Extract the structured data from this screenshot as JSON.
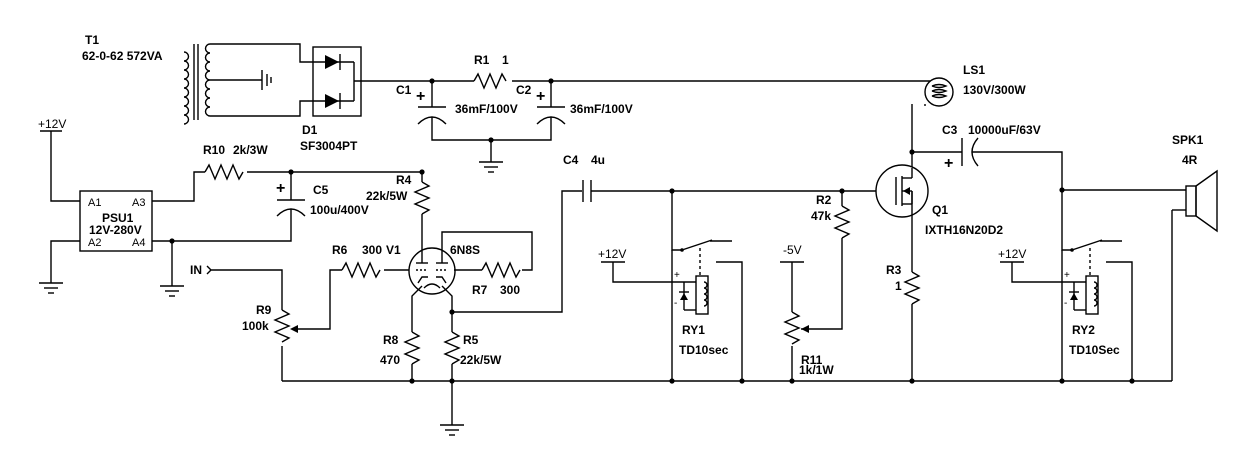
{
  "components": {
    "T1": {
      "ref": "T1",
      "value": "62-0-62 572VA"
    },
    "D1": {
      "ref": "D1",
      "value": "SF3004PT"
    },
    "R1": {
      "ref": "R1",
      "value": "1"
    },
    "C1": {
      "ref": "C1",
      "value": "36mF/100V"
    },
    "C2": {
      "ref": "C2",
      "value": "36mF/100V"
    },
    "LS1": {
      "ref": "LS1",
      "value": "130V/300W"
    },
    "C3": {
      "ref": "C3",
      "value": "10000uF/63V"
    },
    "SPK1": {
      "ref": "SPK1",
      "value": "4R"
    },
    "R10": {
      "ref": "R10",
      "value": "2k/3W"
    },
    "C5": {
      "ref": "C5",
      "value": "100u/400V"
    },
    "PSU1": {
      "ref": "PSU1",
      "value": "12V-280V",
      "pins": [
        "A1",
        "A3",
        "A2",
        "A4"
      ]
    },
    "R4": {
      "ref": "R4",
      "value": "22k/5W"
    },
    "V1": {
      "ref": "V1",
      "value": "6N8S"
    },
    "R6": {
      "ref": "R6",
      "value": "300"
    },
    "R7": {
      "ref": "R7",
      "value": "300"
    },
    "R9": {
      "ref": "R9",
      "value": "100k"
    },
    "R8": {
      "ref": "R8",
      "value": "470"
    },
    "R5": {
      "ref": "R5",
      "value": "22k/5W"
    },
    "C4": {
      "ref": "C4",
      "value": "4u"
    },
    "R2": {
      "ref": "R2",
      "value": "47k"
    },
    "Q1": {
      "ref": "Q1",
      "value": "IXTH16N20D2"
    },
    "R3": {
      "ref": "R3",
      "value": "1"
    },
    "RY1": {
      "ref": "RY1",
      "value": "TD10sec"
    },
    "R11": {
      "ref": "R11",
      "value": "1k/1W"
    },
    "RY2": {
      "ref": "RY2",
      "value": "TD10Sec"
    }
  },
  "nets": {
    "plus12_a": "+12V",
    "plus12_b": "+12V",
    "plus12_c": "+12V",
    "minus5": "-5V",
    "input": "IN"
  },
  "signs": {
    "plus": "+",
    "minus": "-"
  }
}
